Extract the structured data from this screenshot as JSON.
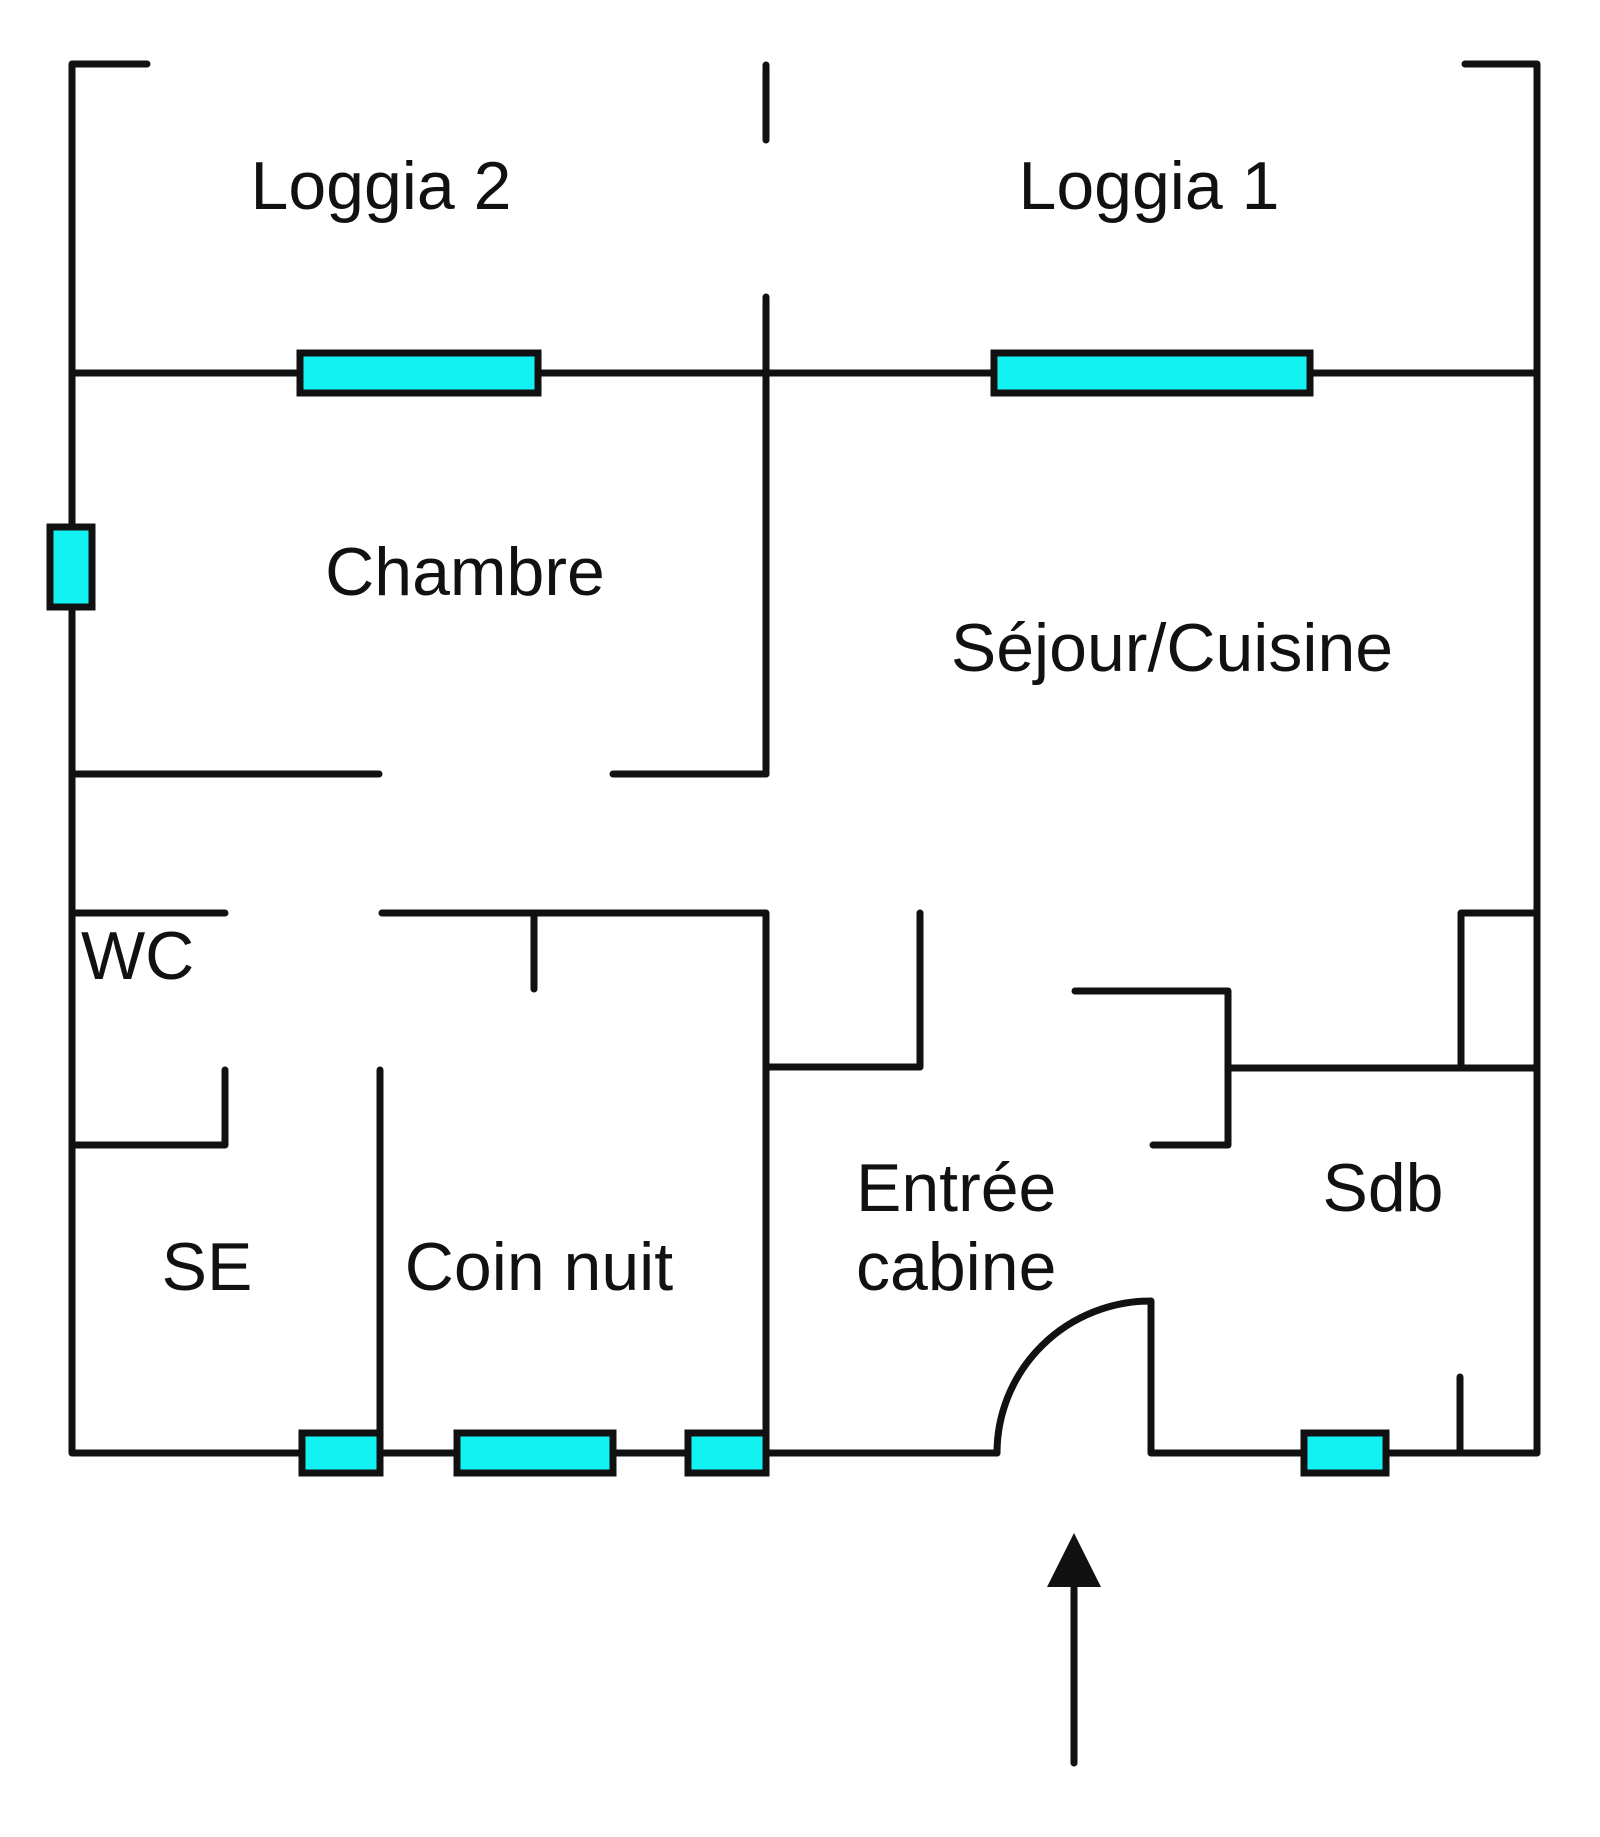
{
  "plan": {
    "title": "Floor plan",
    "colors": {
      "wall": "#111111",
      "window": "#13f2f2",
      "background": "#ffffff"
    },
    "rooms": {
      "loggia2": "Loggia 2",
      "loggia1": "Loggia 1",
      "chambre": "Chambre",
      "sejour": "Séjour/Cuisine",
      "wc": "WC",
      "se": "SE",
      "coin_nuit": "Coin nuit",
      "entree_line1": "Entrée",
      "entree_line2": "cabine",
      "sdb": "Sdb"
    },
    "entrance_arrow": "entrance-arrow-up"
  }
}
